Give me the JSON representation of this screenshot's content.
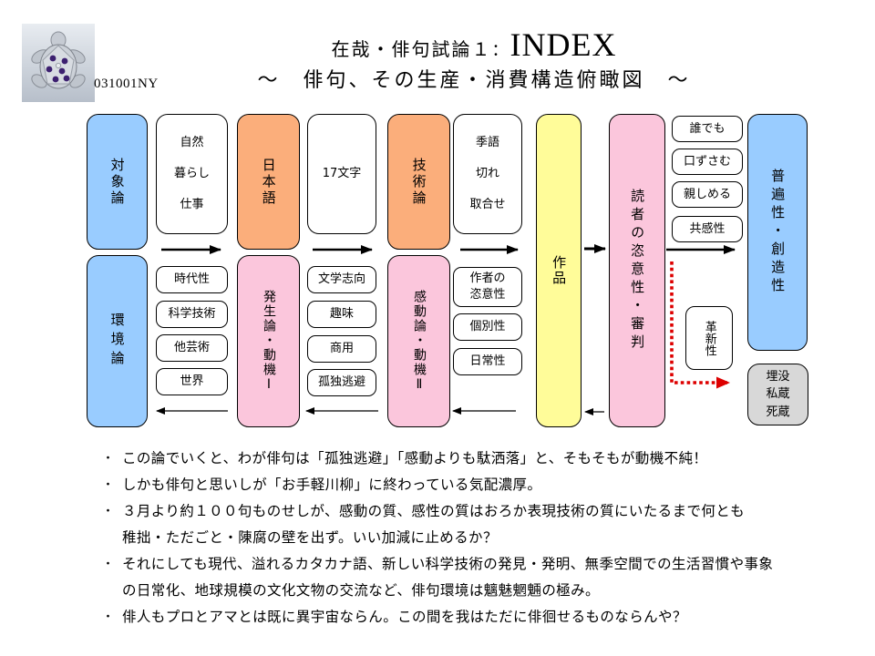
{
  "header": {
    "photo_alt": "turtle-brooch-photo",
    "file_id": "031001NY",
    "title_prefix": "在哉・俳句試論１",
    "title_colon": "：",
    "title_index": "INDEX",
    "subtitle": "～　俳句、その生産・消費構造俯瞰図　～"
  },
  "diagram": {
    "colors": {
      "blue": "#99CCFF",
      "orange": "#FBAE7B",
      "pink": "#FBC6DC",
      "yellow": "#FFFC99",
      "gray": "#D8D8D8",
      "red_dotted_arrow": "#DD0000",
      "black_arrow": "#000000"
    },
    "taisho": "対象論",
    "kankyo": "環境論",
    "shizen": "自然\n暮らし\n仕事",
    "col2_items": [
      "時代性",
      "科学技術",
      "他芸術",
      "世界"
    ],
    "nihongo": "日本語",
    "hassei": "発生論・動機Ⅰ",
    "moji17": "17文字",
    "col4_items": [
      "文学志向",
      "趣味",
      "商用",
      "孤独逃避"
    ],
    "gijutsu": "技術論",
    "kando": "感動論・動機Ⅱ",
    "kigo": "季語\n切れ\n取合せ",
    "col6_items": [
      "作者の\n恣意性",
      "個別性",
      "日常性"
    ],
    "sakuhin": "作品",
    "dokusha": "読者の恣意性・審判",
    "reader_items": [
      "誰でも",
      "口ずさむ",
      "親しめる",
      "共感性"
    ],
    "kakushin": "革新性",
    "fuhen": "普遍性・創造性",
    "maibotsu": "埋没\n私蔵\n死蔵"
  },
  "notes": [
    {
      "bullet": "・",
      "text": "この論でいくと、わが俳句は「孤独逃避」「感動よりも駄洒落」と、そもそもが動機不純！"
    },
    {
      "bullet": "・",
      "text": "しかも俳句と思いしが「お手軽川柳」に終わっている気配濃厚。"
    },
    {
      "bullet": "・",
      "text": "３月より約１００句ものせしが、感動の質、感性の質はおろか表現技術の質にいたるまで何とも"
    },
    {
      "bullet": "",
      "text": "稚拙・ただごと・陳腐の壁を出ず。いい加減に止めるか？"
    },
    {
      "bullet": "・",
      "text": "それにしても現代、溢れるカタカナ語、新しい科学技術の発見・発明、無季空間での生活習慣や事象"
    },
    {
      "bullet": "",
      "text": "の日常化、地球規模の文化文物の交流など、俳句環境は魑魅魍魎の極み。"
    },
    {
      "bullet": "・",
      "text": "俳人もプロとアマとは既に異宇宙ならん。この間を我はただに俳徊せるものならんや？"
    }
  ]
}
